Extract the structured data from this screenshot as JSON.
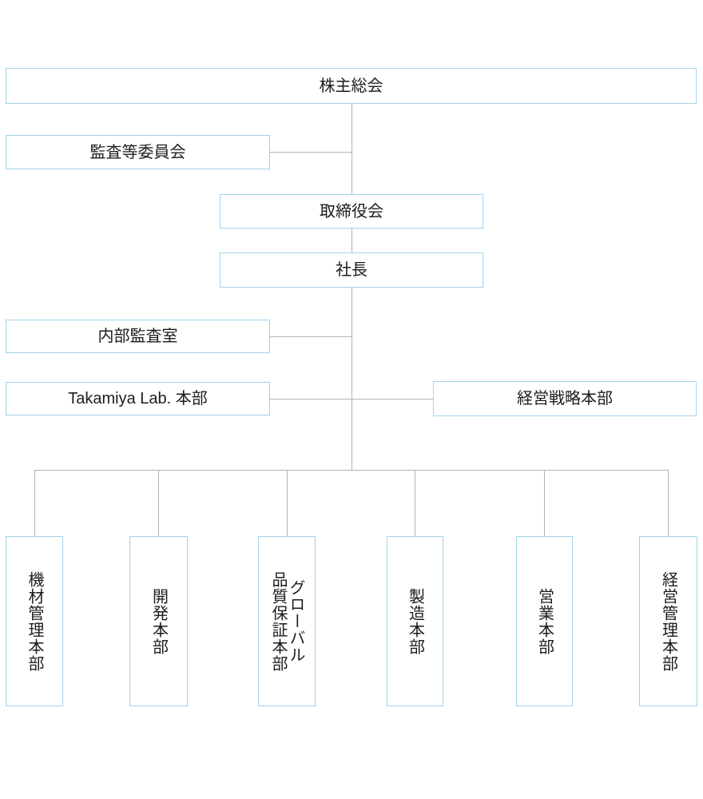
{
  "org_chart": {
    "nodes": {
      "shareholders_meeting": {
        "label": "株主総会"
      },
      "audit_committee": {
        "label": "監査等委員会"
      },
      "board_of_directors": {
        "label": "取締役会"
      },
      "president": {
        "label": "社長"
      },
      "internal_audit_office": {
        "label": "内部監査室"
      },
      "takamiya_lab_hq": {
        "label": "Takamiya Lab. 本部"
      },
      "management_strategy_hq": {
        "label": "経営戦略本部"
      },
      "divisions": [
        {
          "label": "機材管理本部"
        },
        {
          "label": "開発本部"
        },
        {
          "label": "グローバル品質保証本部",
          "line1": "グローバル",
          "line2": "品質保証本部"
        },
        {
          "label": "製造本部"
        },
        {
          "label": "営業本部"
        },
        {
          "label": "経営管理本部"
        }
      ]
    },
    "colors": {
      "box_border": "#a2d3e8",
      "connector_line": "#b3b3b3",
      "text": "#1c1c1c",
      "background": "#ffffff"
    }
  }
}
